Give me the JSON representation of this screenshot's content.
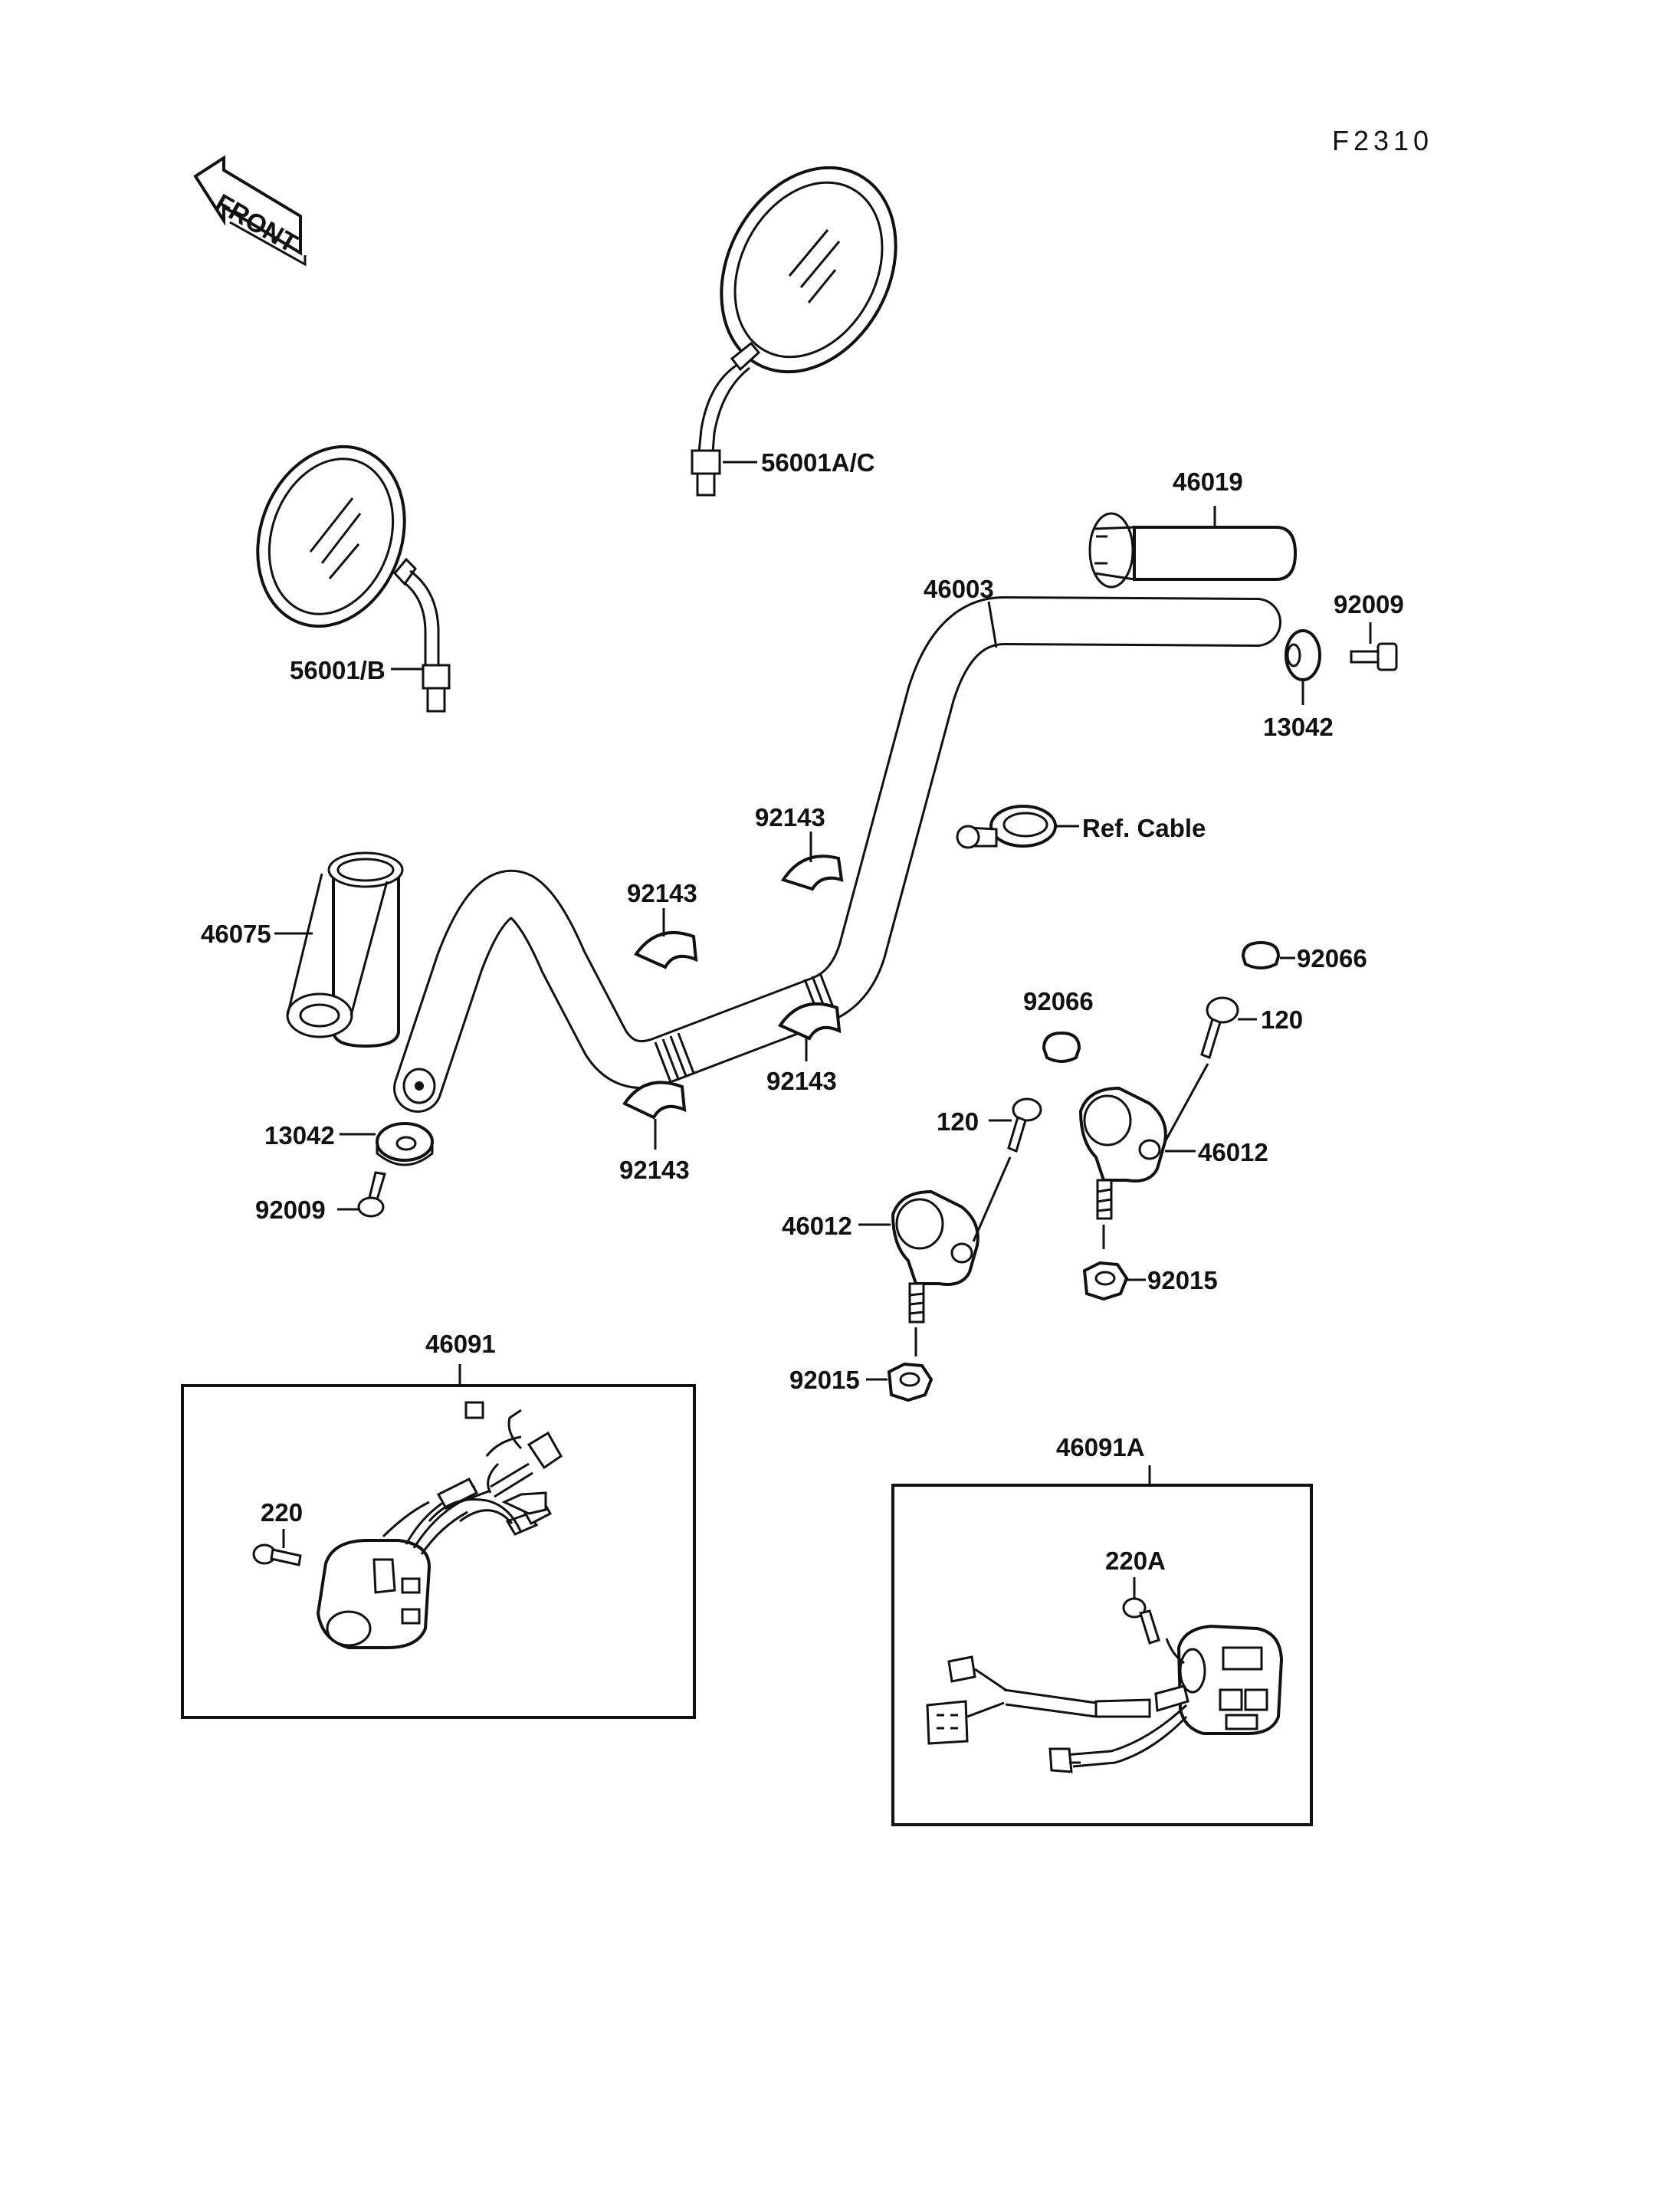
{
  "diagram_code": "F2310",
  "front_label": "FRONT",
  "labels": {
    "mirror_right": "56001A/C",
    "mirror_left": "56001/B",
    "throttle_grip": "46019",
    "handlebar": "46003",
    "bolt_right": "92009",
    "weight_right": "13042",
    "clamp_a": "92143",
    "clamp_b": "92143",
    "clamp_c": "92143",
    "clamp_d": "92143",
    "ref_cable": "Ref. Cable",
    "grip_left": "46075",
    "weight_left": "13042",
    "bolt_left": "92009",
    "cap_right": "92066",
    "cap_left": "92066",
    "bolt_120_right": "120",
    "bolt_120_left": "120",
    "holder_right": "46012",
    "holder_left": "46012",
    "nut_right": "92015",
    "nut_left": "92015",
    "switch_left": "46091",
    "screw_left": "220",
    "switch_right": "46091A",
    "screw_right": "220A"
  }
}
